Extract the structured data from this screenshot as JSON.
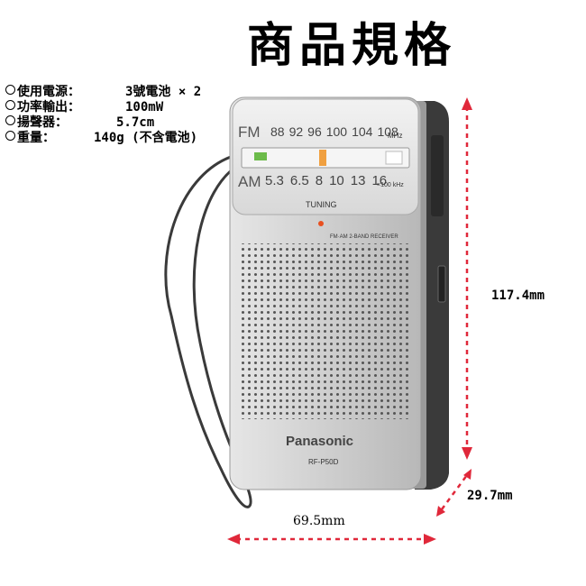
{
  "title": "商品規格",
  "specs": [
    {
      "label": "使用電源：",
      "value": "3號電池 × 2"
    },
    {
      "label": "功率輸出：",
      "value": "100mW"
    },
    {
      "label": "揚聲器：",
      "value": "5.7cm"
    },
    {
      "label": "重量：",
      "value": "140g (不含電池)"
    }
  ],
  "dimensions": {
    "height": "117.4mm",
    "depth": "29.7mm",
    "width": "69.5mm"
  },
  "colors": {
    "arrow": "#e0283a",
    "body": "#c9c9c9",
    "side": "#3a3a3a"
  },
  "radio": {
    "fm_label": "FM",
    "fm_scale": [
      "88",
      "92",
      "96",
      "100",
      "104",
      "108"
    ],
    "fm_unit": "MHz",
    "am_label": "AM",
    "am_scale": [
      "5.3",
      "6.5",
      "8",
      "10",
      "13",
      "16"
    ],
    "am_unit": "×100 kHz",
    "tuning": "TUNING",
    "band_label": "FM·AM 2-BAND RECEIVER",
    "brand": "Panasonic",
    "model": "RF-P50D"
  }
}
